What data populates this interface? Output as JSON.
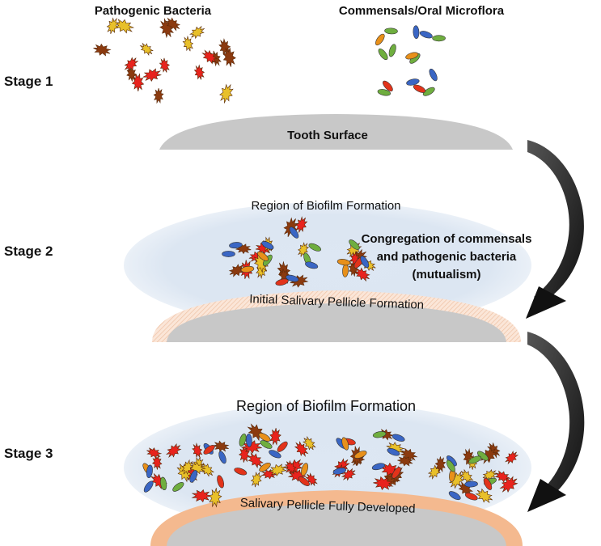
{
  "headers": {
    "pathogenic": "Pathogenic Bacteria",
    "commensals": "Commensals/Oral Microflora"
  },
  "stages": {
    "stage1": "Stage 1",
    "stage2": "Stage 2",
    "stage3": "Stage 3"
  },
  "labels": {
    "tooth_surface": "Tooth Surface",
    "region_biofilm_2": "Region of Biofilm Formation",
    "congregation_line1": "Congregation of commensals",
    "congregation_line2": "and pathogenic bacteria",
    "congregation_line3": "(mutualism)",
    "initial_pellicle": "Initial Salivary Pellicle Formation",
    "region_biofilm_3": "Region of Biofilm Formation",
    "pellicle_developed": "Salivary Pellicle Fully Developed"
  },
  "colors": {
    "tooth": "#c8c8c8",
    "biofilm_region": "#dce6f2",
    "pellicle_initial": "#f6d3bf",
    "pellicle_developed": "#f4b98f",
    "arrow": "#222222",
    "bacteria_red": "#e8231d",
    "bacteria_brown": "#8b3a0f",
    "bacteria_yellow": "#e8c02a",
    "commensal_green": "#6fae3f",
    "commensal_blue": "#3a66c4",
    "commensal_orange": "#e8901a",
    "commensal_red": "#e2331a"
  }
}
